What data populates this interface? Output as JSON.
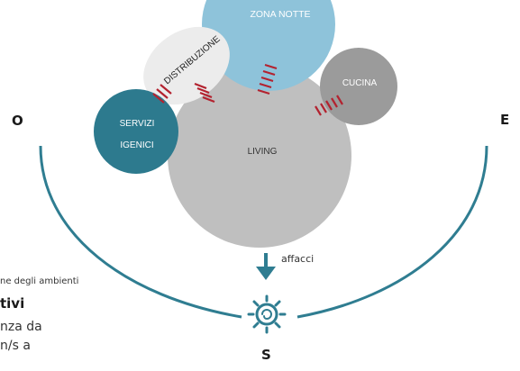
{
  "rooms": {
    "zona_notte": "ZONA NOTTE",
    "distribuzione": "DISTRIBUZIONE",
    "cucina": "CUCINA",
    "servizi_line1": "SERVIZI",
    "servizi_line2": "IGENICI",
    "living": "LIVING"
  },
  "compass": {
    "west": "O",
    "east": "E",
    "south": "S"
  },
  "arrow_label": "affacci",
  "side_text": {
    "line1": "ne degli ambienti",
    "line2": "tivi",
    "line3": "nza da",
    "line4": "n/s a"
  },
  "colors": {
    "zona_notte": "#8ec3da",
    "distribuzione": "#ececec",
    "cucina": "#9b9b9b",
    "servizi": "#2d7a8e",
    "living": "#bfbfbf",
    "arc": "#2f7d91",
    "hatch": "#b3222f"
  }
}
